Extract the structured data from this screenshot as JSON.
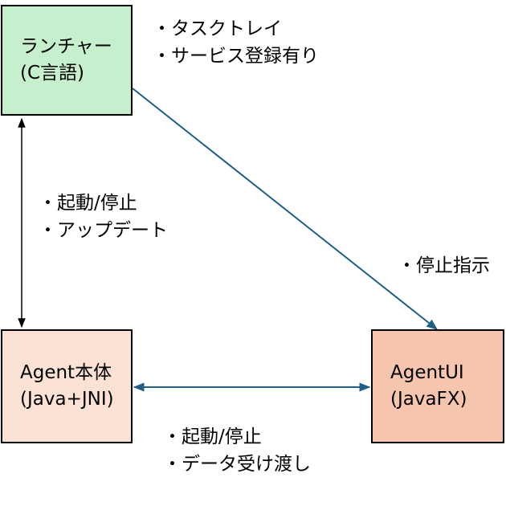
{
  "nodes": {
    "launcher": {
      "line1": "ランチャー",
      "line2": "(C言語)",
      "fill": "#c6efce"
    },
    "agent_core": {
      "line1": "Agent本体",
      "line2": "(Java+JNI)",
      "fill": "#fbe2d5"
    },
    "agent_ui": {
      "line1": "AgentUI",
      "line2": "(JavaFX)",
      "fill": "#f5c5ad"
    }
  },
  "notes": {
    "launcher": [
      "タスクトレイ",
      "サービス登録有り"
    ],
    "launcher_core": [
      "起動/停止",
      "アップデート"
    ],
    "launcher_ui": [
      "停止指示"
    ],
    "core_ui": [
      "起動/停止",
      "データ受け渡し"
    ]
  },
  "colors": {
    "connector_blue": "#1f5f86",
    "connector_black": "#000000"
  }
}
